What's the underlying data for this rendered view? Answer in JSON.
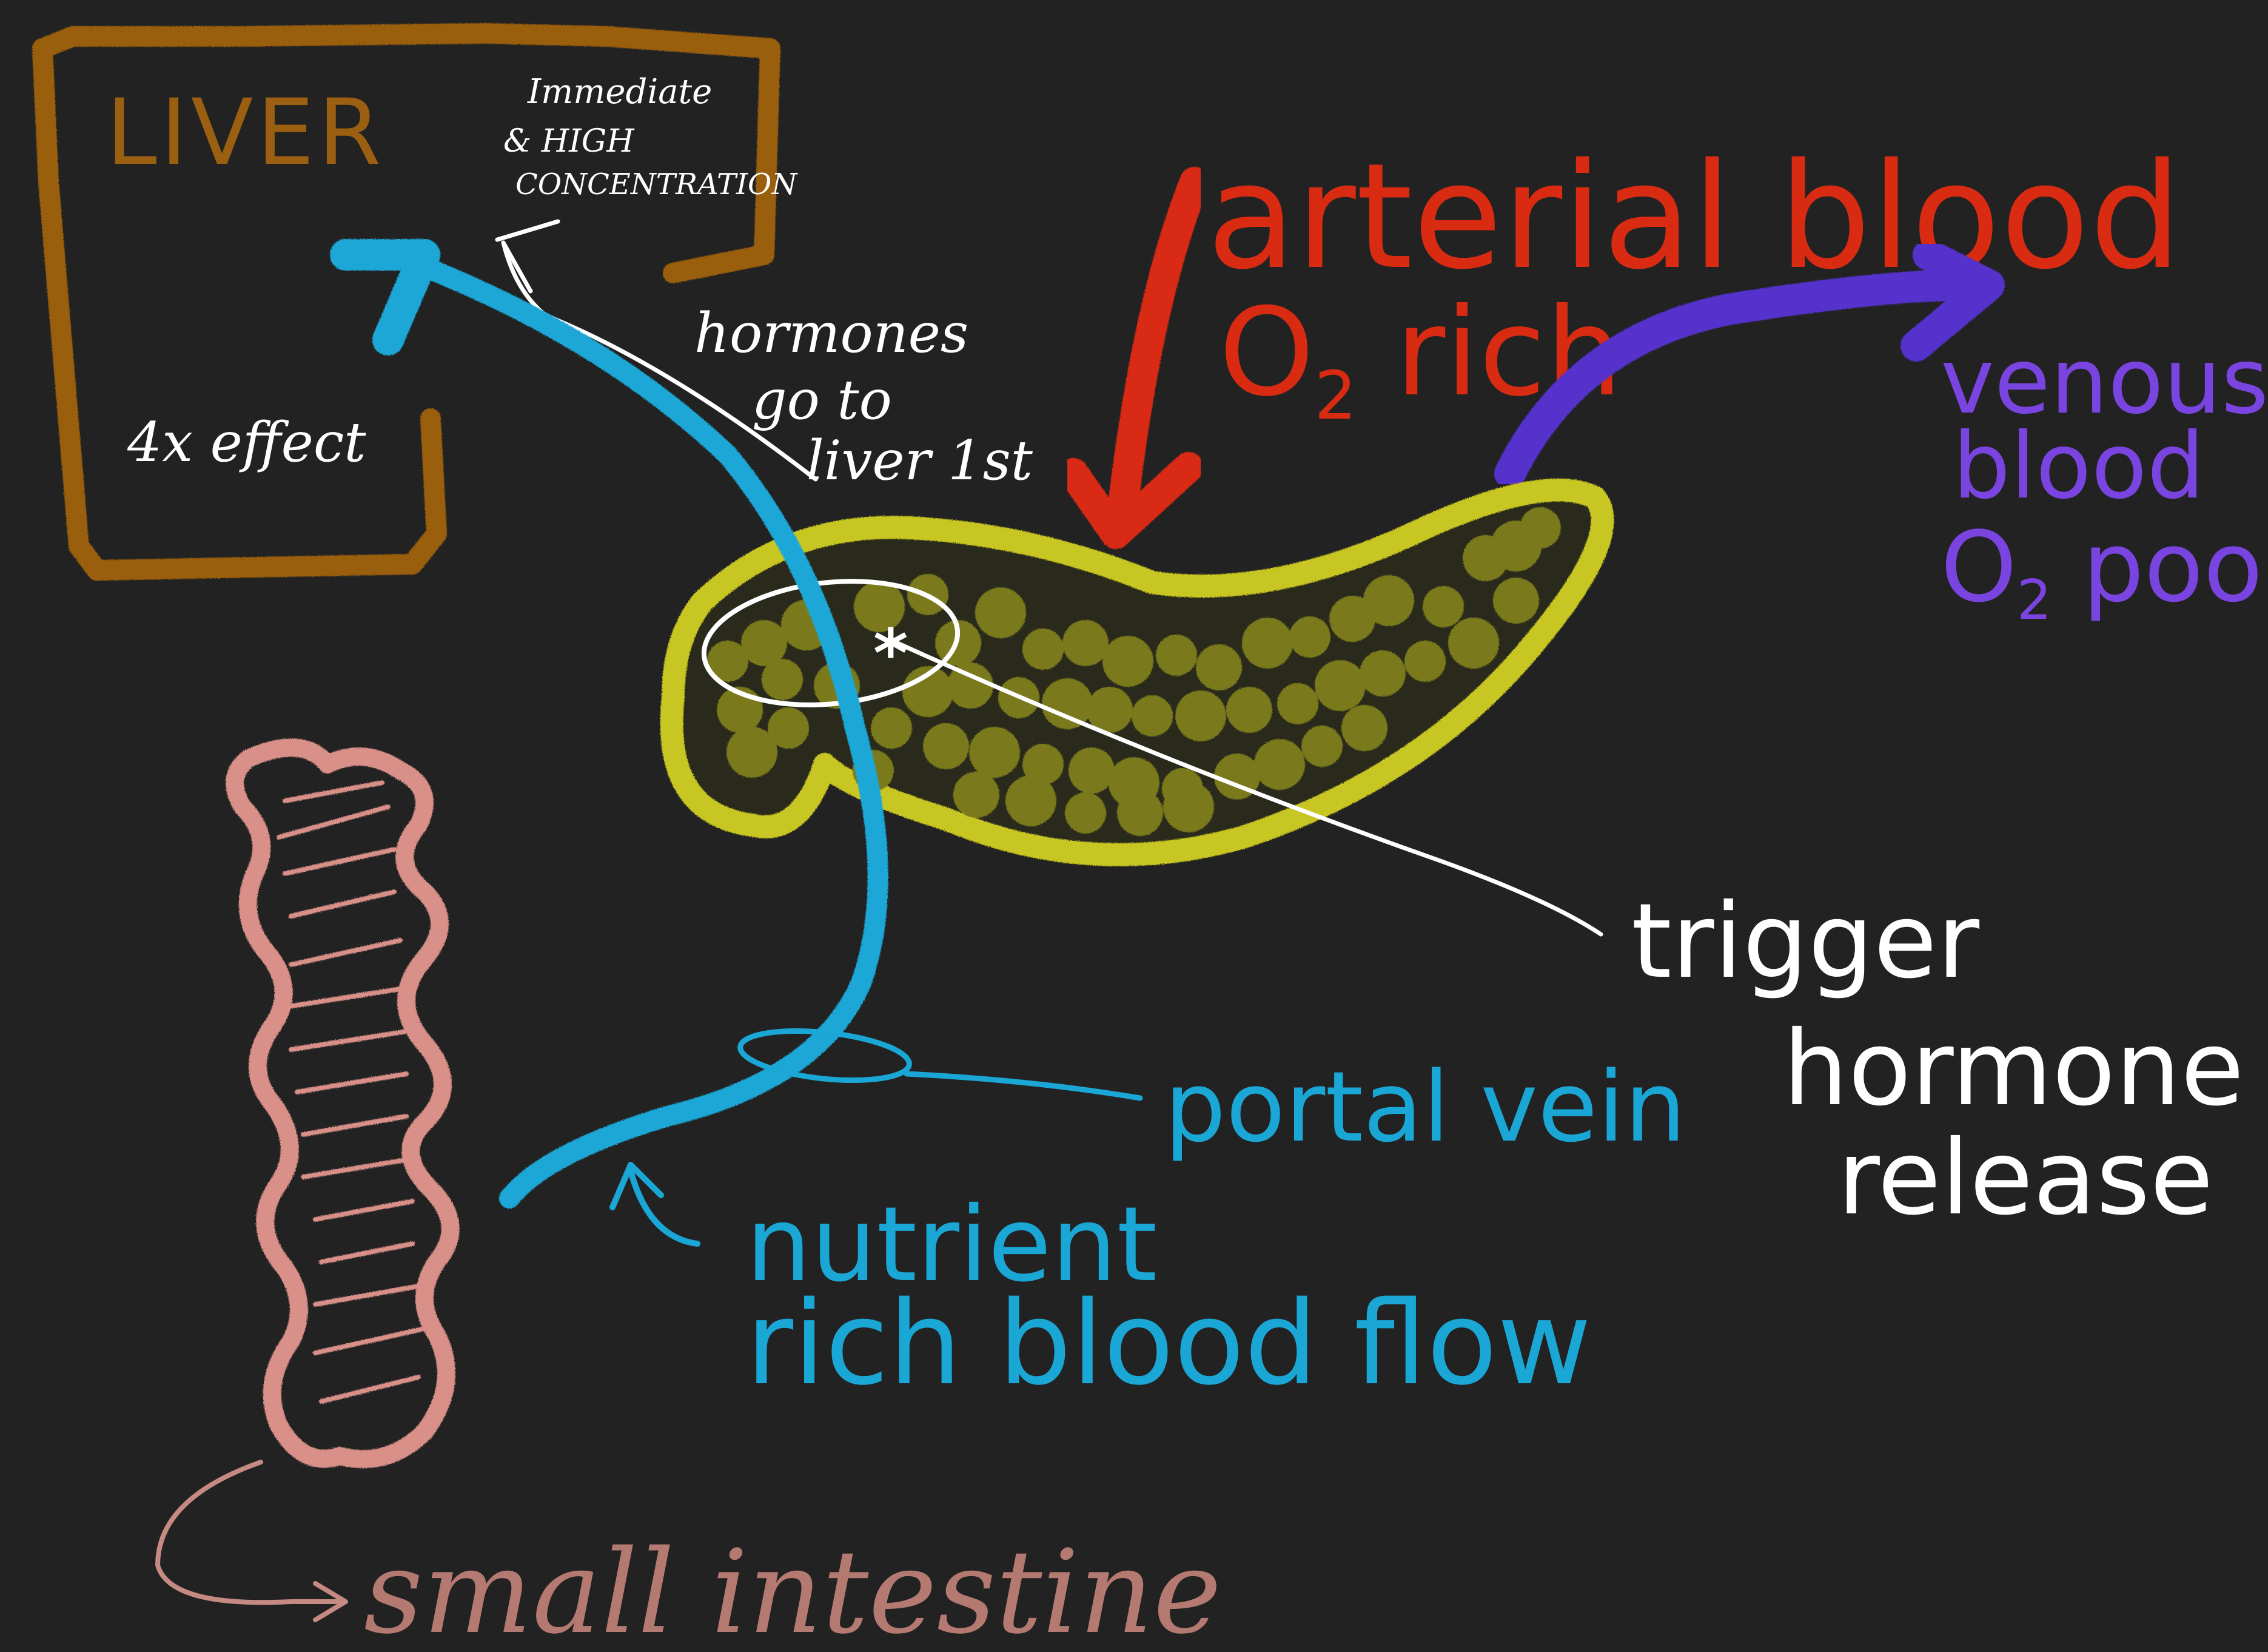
{
  "colors": {
    "background": "#222222",
    "liver": "#9a5f10",
    "artery": "#d92b12",
    "vein": "#5533cc",
    "portal": "#1aa7d6",
    "pancreas_outline": "#c8c620",
    "pancreas_cells": "#7a7a1c",
    "intestine": "#d89088",
    "annotation": "#ffffff"
  },
  "labels": {
    "liver": "LIVER",
    "immediate_line1": "Immediate",
    "immediate_line2": "& HIGH",
    "immediate_line3": "CONCENTRATION",
    "effect": "4x effect",
    "hormones_line1": "hormones",
    "hormones_line2": "go to",
    "hormones_line3": "liver 1st",
    "arterial_line1": "arterial blood",
    "arterial_line2_o": "O",
    "arterial_line2_sub": "2",
    "arterial_line2_rest": " rich",
    "venous_line1": "venous",
    "venous_line2": "blood",
    "venous_line3_o": "O",
    "venous_line3_sub": "2",
    "venous_line3_rest": " poor",
    "trigger_line1": "trigger",
    "trigger_line2": "hormone",
    "trigger_line3": "release",
    "portal_vein": "portal vein",
    "nutrient_line1": "nutrient",
    "nutrient_line2": "rich blood flow",
    "small_intestine": "small intestine",
    "star": "*"
  },
  "icons": {
    "liver": "liver-outline-icon",
    "pancreas": "pancreas-icon",
    "intestine": "small-intestine-icon"
  }
}
